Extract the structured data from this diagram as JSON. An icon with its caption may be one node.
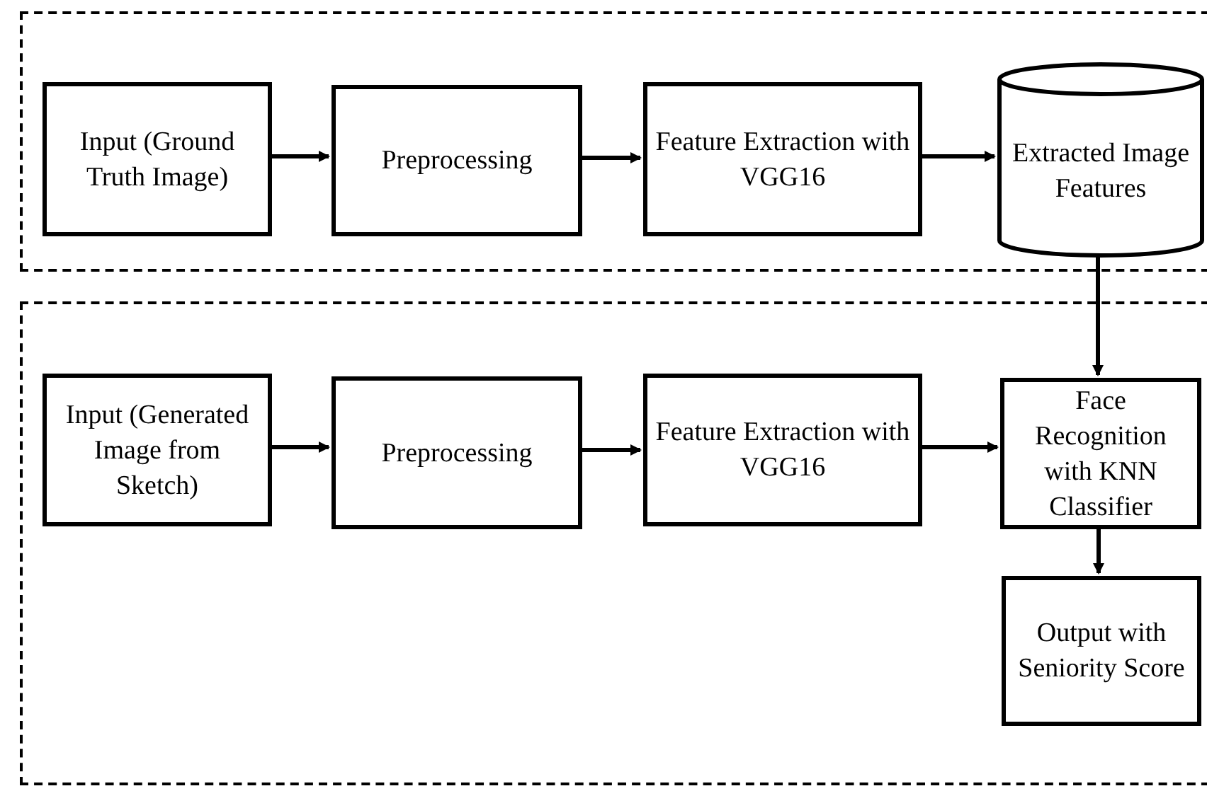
{
  "diagram": {
    "nodes": [
      {
        "text": [],
        "shape": "box"
      },
      {
        "text": [
          "Input (Ground Truth Image)"
        ],
        "in": 0
      },
      {
        "text": [
          "Preprocessing"
        ],
        "in": 0
      },
      {
        "text": [
          "Feature Extraction with VGG16"
        ],
        "in": 0
      },
      {
        "text": [
          "Extracted Image Features"
        ],
        "in": 0
      },
      {
        "text": [],
        "shape": "box"
      },
      {
        "text": [
          "Input (Generated Image from Sketch)"
        ],
        "in": 5
      },
      {
        "text": [
          "Preprocessing"
        ],
        "in": 5
      },
      {
        "text": [
          "Feature Extraction with VGG16"
        ],
        "in": 5
      },
      {
        "text": [
          "Face Recognition with KNN Classifier"
        ],
        "in": 5
      },
      {
        "text": [
          "Output with Seniority Score"
        ],
        "in": 5
      }
    ],
    "edges": [
      {
        "from": 1,
        "to": 2,
        "arrow": "to"
      },
      {
        "from": 2,
        "to": 3,
        "arrow": "to"
      },
      {
        "from": 3,
        "to": 4,
        "arrow": "to"
      },
      {
        "from": 4,
        "to": 9,
        "arrow": "to"
      },
      {
        "from": 6,
        "to": 7,
        "arrow": "to"
      },
      {
        "from": 7,
        "to": 8,
        "arrow": "to"
      },
      {
        "from": 8,
        "to": 9,
        "arrow": "to"
      },
      {
        "from": 9,
        "to": 10,
        "arrow": "to"
      }
    ]
  }
}
